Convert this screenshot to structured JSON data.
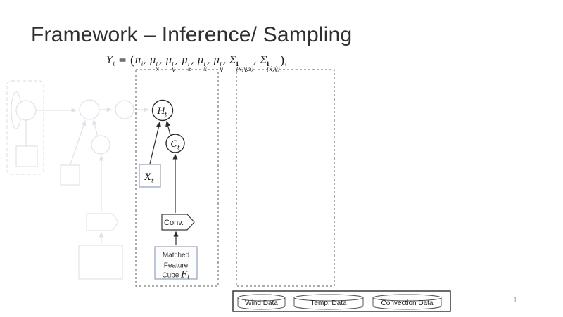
{
  "slide": {
    "title": "Framework – Inference/ Sampling",
    "page_number": "1"
  },
  "formula": {
    "tokens": [
      {
        "t": "Y",
        "sub": "t"
      },
      {
        "t": " = "
      },
      {
        "t": "(",
        "big": true
      },
      {
        "t": "π",
        "sub": "i"
      },
      {
        "t": ", "
      },
      {
        "t": "μ",
        "sup": "i",
        "sub": "x"
      },
      {
        "t": ", "
      },
      {
        "t": "μ",
        "sup": "i",
        "sub": "y"
      },
      {
        "t": ", "
      },
      {
        "t": "μ",
        "sup": "i",
        "sub": "z"
      },
      {
        "t": ", "
      },
      {
        "t": "μ",
        "sup": "i",
        "sub": "ẋ"
      },
      {
        "t": ", "
      },
      {
        "t": "μ",
        "sup": "i",
        "sub": "ẏ"
      },
      {
        "t": ", "
      },
      {
        "t": "Σ",
        "sup": "i",
        "supBold": true,
        "sub": "(x,y,z)"
      },
      {
        "t": ", "
      },
      {
        "t": "Σ",
        "sup": "i",
        "supBold": true,
        "sub": "(ẋ,ẏ)"
      },
      {
        "t": ")",
        "big": true
      },
      {
        "sub": "t"
      }
    ]
  },
  "diagram": {
    "nodes": {
      "h": {
        "main": "H",
        "sub": "t"
      },
      "c": {
        "main": "C",
        "sub": "t"
      },
      "x": {
        "main": "X",
        "sub": "t"
      },
      "conv": {
        "label": "Conv."
      },
      "feature_cube": {
        "line1": "Matched",
        "line2": "Feature",
        "line3": "Cube ",
        "line3_var": "F",
        "line3_sub": "t"
      }
    }
  },
  "datastores": {
    "items": [
      {
        "label": "Wind Data"
      },
      {
        "label": "Temp. Data"
      },
      {
        "label": "Convection Data"
      }
    ]
  },
  "colors": {
    "diagram_stroke": "#2b2b2b",
    "faded_stroke": "#e1e1ea",
    "box_border_blue": "#93a2bb",
    "dashed_border": "#5a5a5a",
    "page_number_gray": "#9b9ba3",
    "background": "#ffffff"
  }
}
